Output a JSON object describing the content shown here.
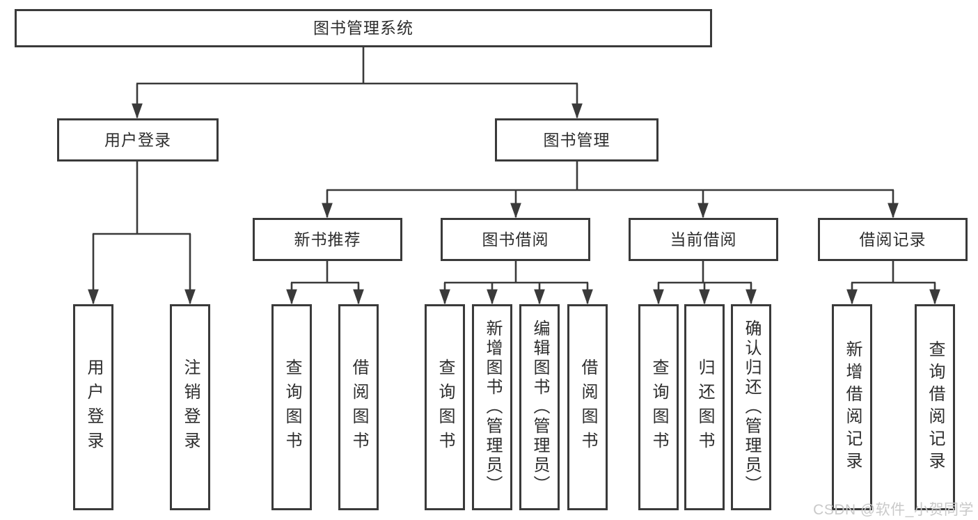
{
  "diagram_title": "图书管理系统",
  "colors": {
    "line": "#3a3a3a",
    "text": "#2d2d2d",
    "background": "#ffffff",
    "watermark_text": "#c9c9c9"
  },
  "nodes": {
    "root": "图书管理系统",
    "user_login": "用户登录",
    "book_mgmt": "图书管理",
    "new_book_rec": "新书推荐",
    "book_borrow": "图书借阅",
    "current_borrow": "当前借阅",
    "borrow_record": "借阅记录",
    "leaf_user_login": "用户登录",
    "leaf_logout": "注销登录",
    "leaf_query_book_rec": "查询图书",
    "leaf_borrow_book_rec": "借阅图书",
    "leaf_query_book_borrow": "查询图书",
    "leaf_add_book_admin": "新增图书（管理员）",
    "leaf_edit_book_admin": "编辑图书（管理员）",
    "leaf_borrow_book_borrow": "借阅图书",
    "leaf_query_book_current": "查询图书",
    "leaf_return_book": "归还图书",
    "leaf_confirm_return_admin": "确认归还（管理员）",
    "leaf_add_borrow_record": "新增借阅记录",
    "leaf_query_borrow_record": "查询借阅记录"
  },
  "tree": {
    "root": [
      "user_login",
      "book_mgmt"
    ],
    "user_login": [
      "leaf_user_login",
      "leaf_logout"
    ],
    "book_mgmt": [
      "new_book_rec",
      "book_borrow",
      "current_borrow",
      "borrow_record"
    ],
    "new_book_rec": [
      "leaf_query_book_rec",
      "leaf_borrow_book_rec"
    ],
    "book_borrow": [
      "leaf_query_book_borrow",
      "leaf_add_book_admin",
      "leaf_edit_book_admin",
      "leaf_borrow_book_borrow"
    ],
    "current_borrow": [
      "leaf_query_book_current",
      "leaf_return_book",
      "leaf_confirm_return_admin"
    ],
    "borrow_record": [
      "leaf_add_borrow_record",
      "leaf_query_borrow_record"
    ]
  },
  "watermark": "CSDN @软件_小贺同学"
}
